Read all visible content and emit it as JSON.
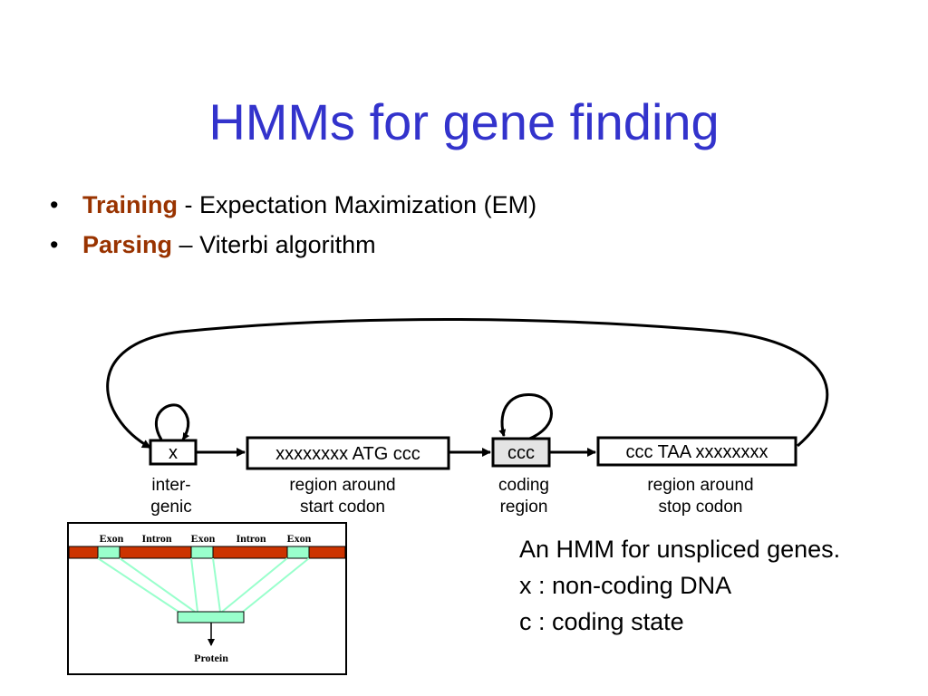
{
  "slide": {
    "title": "HMMs for gene finding",
    "bullets": [
      {
        "term": "Training",
        "separator": " - ",
        "text": "Expectation Maximization (EM)"
      },
      {
        "term": "Parsing",
        "separator": " – ",
        "text": "Viterbi algorithm"
      }
    ],
    "bullet_glyph": "•",
    "term_color": "#993300",
    "title_color": "#3333cc"
  },
  "hmm": {
    "states": [
      {
        "box": "x",
        "label_line1": "inter-",
        "label_line2": "genic"
      },
      {
        "box": "xxxxxxxx ATG ccc",
        "label_line1": "region around",
        "label_line2": "start codon"
      },
      {
        "box": "ccc",
        "label_line1": "coding",
        "label_line2": "region"
      },
      {
        "box": "ccc TAA xxxxxxxx",
        "label_line1": "region around",
        "label_line2": "stop codon"
      }
    ]
  },
  "gene_structure": {
    "segments": [
      "Exon",
      "Intron",
      "Exon",
      "Intron",
      "Exon"
    ],
    "product": "Protein",
    "dna_color": "#cc3300",
    "exon_color": "#99ffcc"
  },
  "caption": {
    "lines": [
      "An HMM for unspliced genes.",
      "x : non-coding DNA",
      "c : coding state"
    ]
  }
}
